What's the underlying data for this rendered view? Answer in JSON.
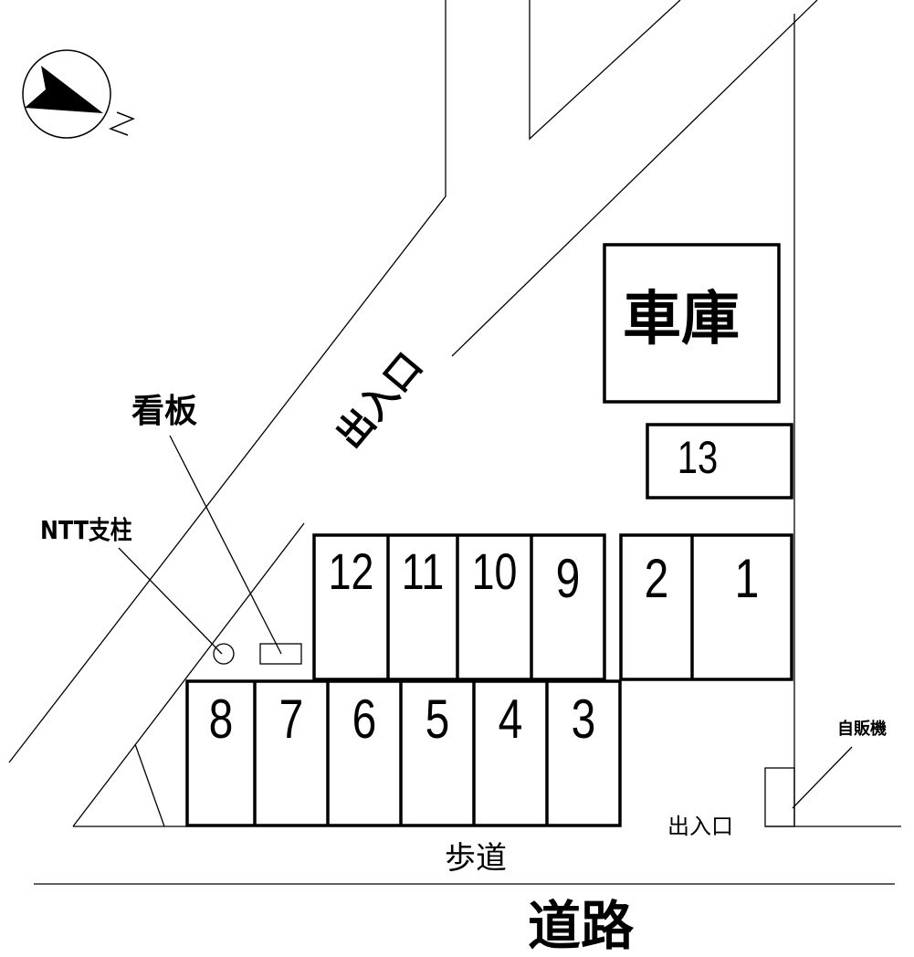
{
  "map": {
    "compass": {
      "icon": "north-arrow-icon",
      "letter": "N"
    },
    "garage": {
      "label": "車庫"
    },
    "entrance_diagonal": {
      "label": "出入口"
    },
    "entrance_right": {
      "label": "出入口"
    },
    "sign": {
      "label": "看板"
    },
    "ntt_pole": {
      "label": "NTT支柱"
    },
    "vending_machine": {
      "label": "自販機"
    },
    "sidewalk": {
      "label": "歩道"
    },
    "road": {
      "label": "道路"
    },
    "stalls": {
      "s1": "1",
      "s2": "2",
      "s3": "3",
      "s4": "4",
      "s5": "5",
      "s6": "6",
      "s7": "7",
      "s8": "8",
      "s9": "9",
      "s10": "10",
      "s11": "11",
      "s12": "12",
      "s13": "13"
    },
    "colors": {
      "line": "#000000",
      "background": "#ffffff"
    }
  }
}
